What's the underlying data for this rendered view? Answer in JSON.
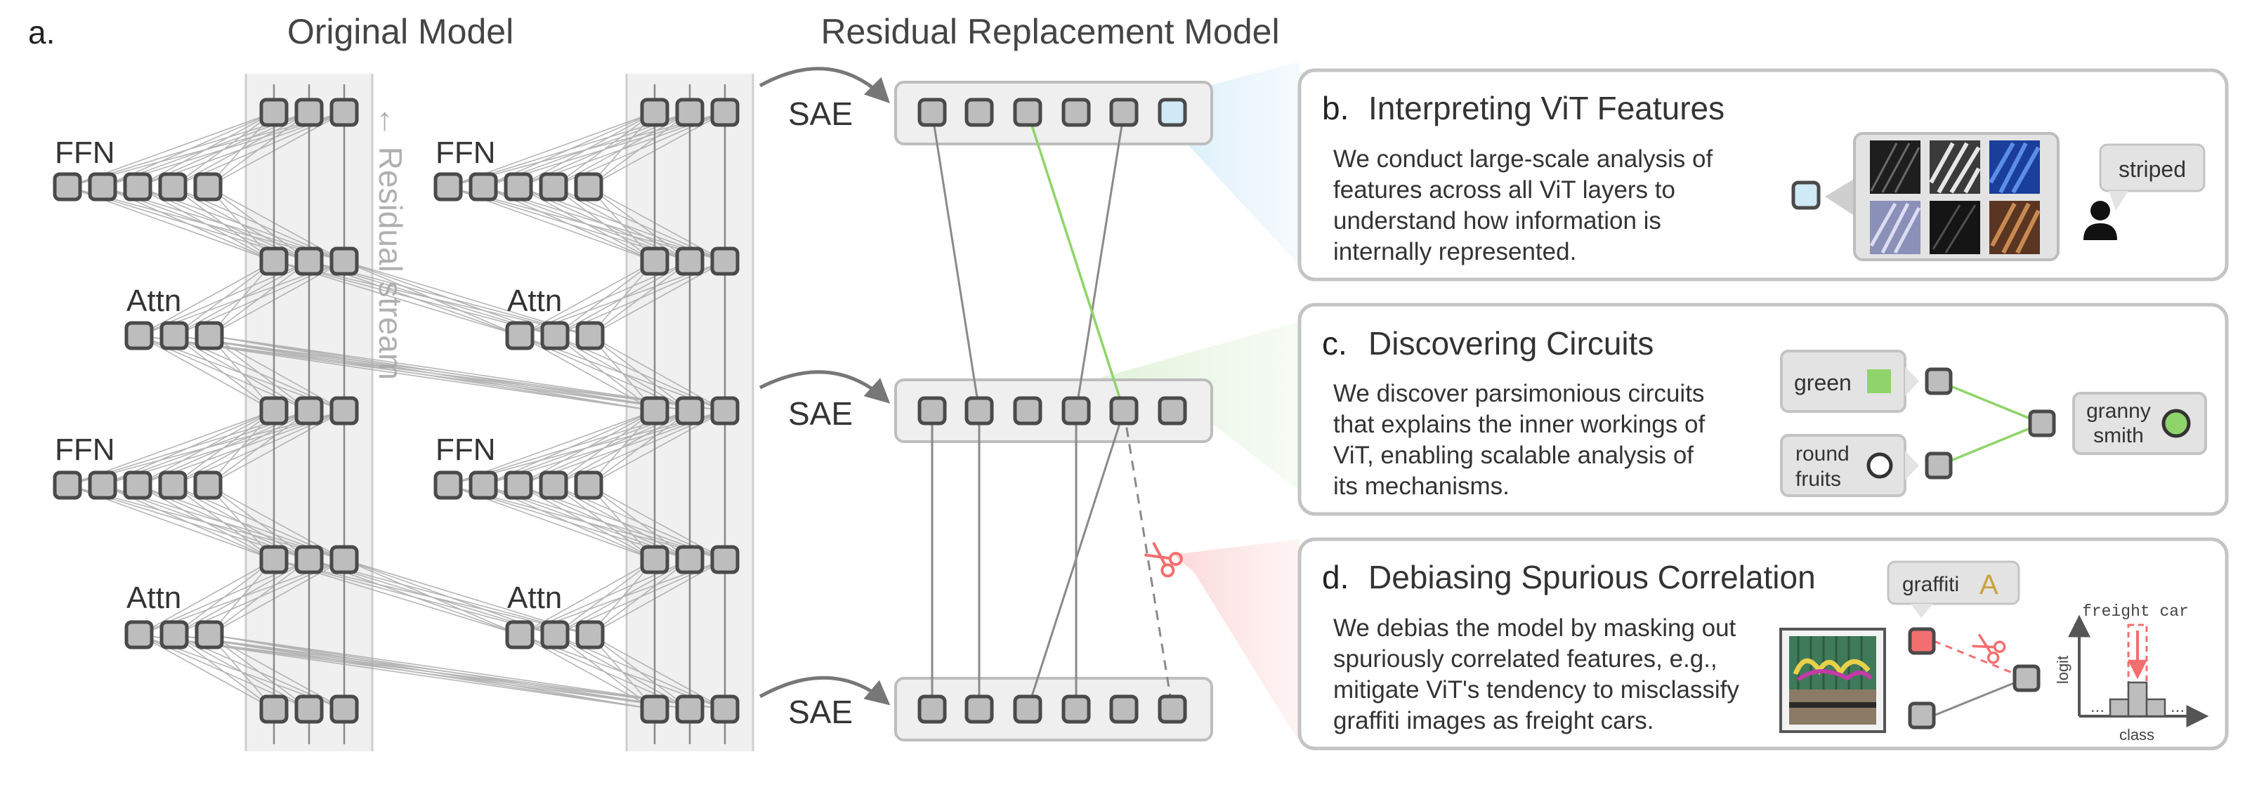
{
  "panel_a": {
    "letter": "a.",
    "original_title": "Original Model",
    "replacement_title": "Residual Replacement Model",
    "residual_label": "← Residual stream",
    "ffn_label": "FFN",
    "attn_label": "Attn",
    "sae_label": "SAE"
  },
  "panel_b": {
    "letter": "b.",
    "title": "Interpreting ViT Features",
    "body": [
      "We conduct large-scale analysis of",
      "features across all ViT layers to",
      "understand how information is",
      "internally represented."
    ],
    "bubble": "striped"
  },
  "panel_c": {
    "letter": "c.",
    "title": "Discovering Circuits",
    "body": [
      "We discover parsimonious circuits",
      "that explains the inner workings of",
      "ViT, enabling scalable analysis of",
      "its mechanisms."
    ],
    "input_green": "green",
    "input_round": [
      "round",
      "fruits"
    ],
    "output": [
      "granny",
      "smith"
    ]
  },
  "panel_d": {
    "letter": "d.",
    "title": "Debiasing Spurious Correlation",
    "body": [
      "We debias the model by masking out",
      "spuriously correlated features, e.g.,",
      "mitigate ViT's tendency to misclassify",
      "graffiti images as freight cars."
    ],
    "bubble_text": "graffiti",
    "bubble_glyph": "A",
    "chart_title": "freight car",
    "xlabel": "class",
    "ylabel": "logit",
    "ellipsis": "..."
  },
  "colors": {
    "node_fill": "#bdbdbd",
    "node_stroke": "#4a4a4a",
    "panel_stroke": "#c2c2c2",
    "blue": "#cfe9f6",
    "green": "#8fd46a",
    "red": "#f26f6f"
  }
}
